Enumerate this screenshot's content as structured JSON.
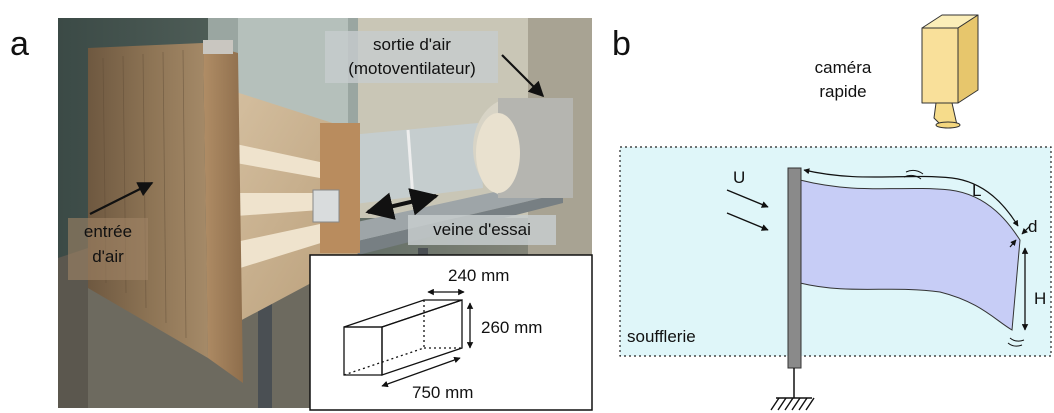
{
  "panel_a": {
    "label": "a",
    "outlet_label_line1": "sortie d'air",
    "outlet_label_line2": "(motoventilateur)",
    "inlet_label_line1": "entrée",
    "inlet_label_line2": "d'air",
    "test_section_label": "veine d'essai",
    "dimensions": {
      "width": "240 mm",
      "height": "260 mm",
      "length": "750 mm"
    }
  },
  "panel_b": {
    "label": "b",
    "camera_label_line1": "caméra",
    "camera_label_line2": "rapide",
    "wind_label": "U",
    "length_label": "L",
    "thickness_label": "d",
    "height_label": "H",
    "tunnel_label": "soufflerie"
  },
  "colors": {
    "tunnel_fill": "#dff6f9",
    "flag_fill": "#c7cdf6",
    "camera_fill": "#f9e09a",
    "mast_fill": "#8a8a8a"
  }
}
